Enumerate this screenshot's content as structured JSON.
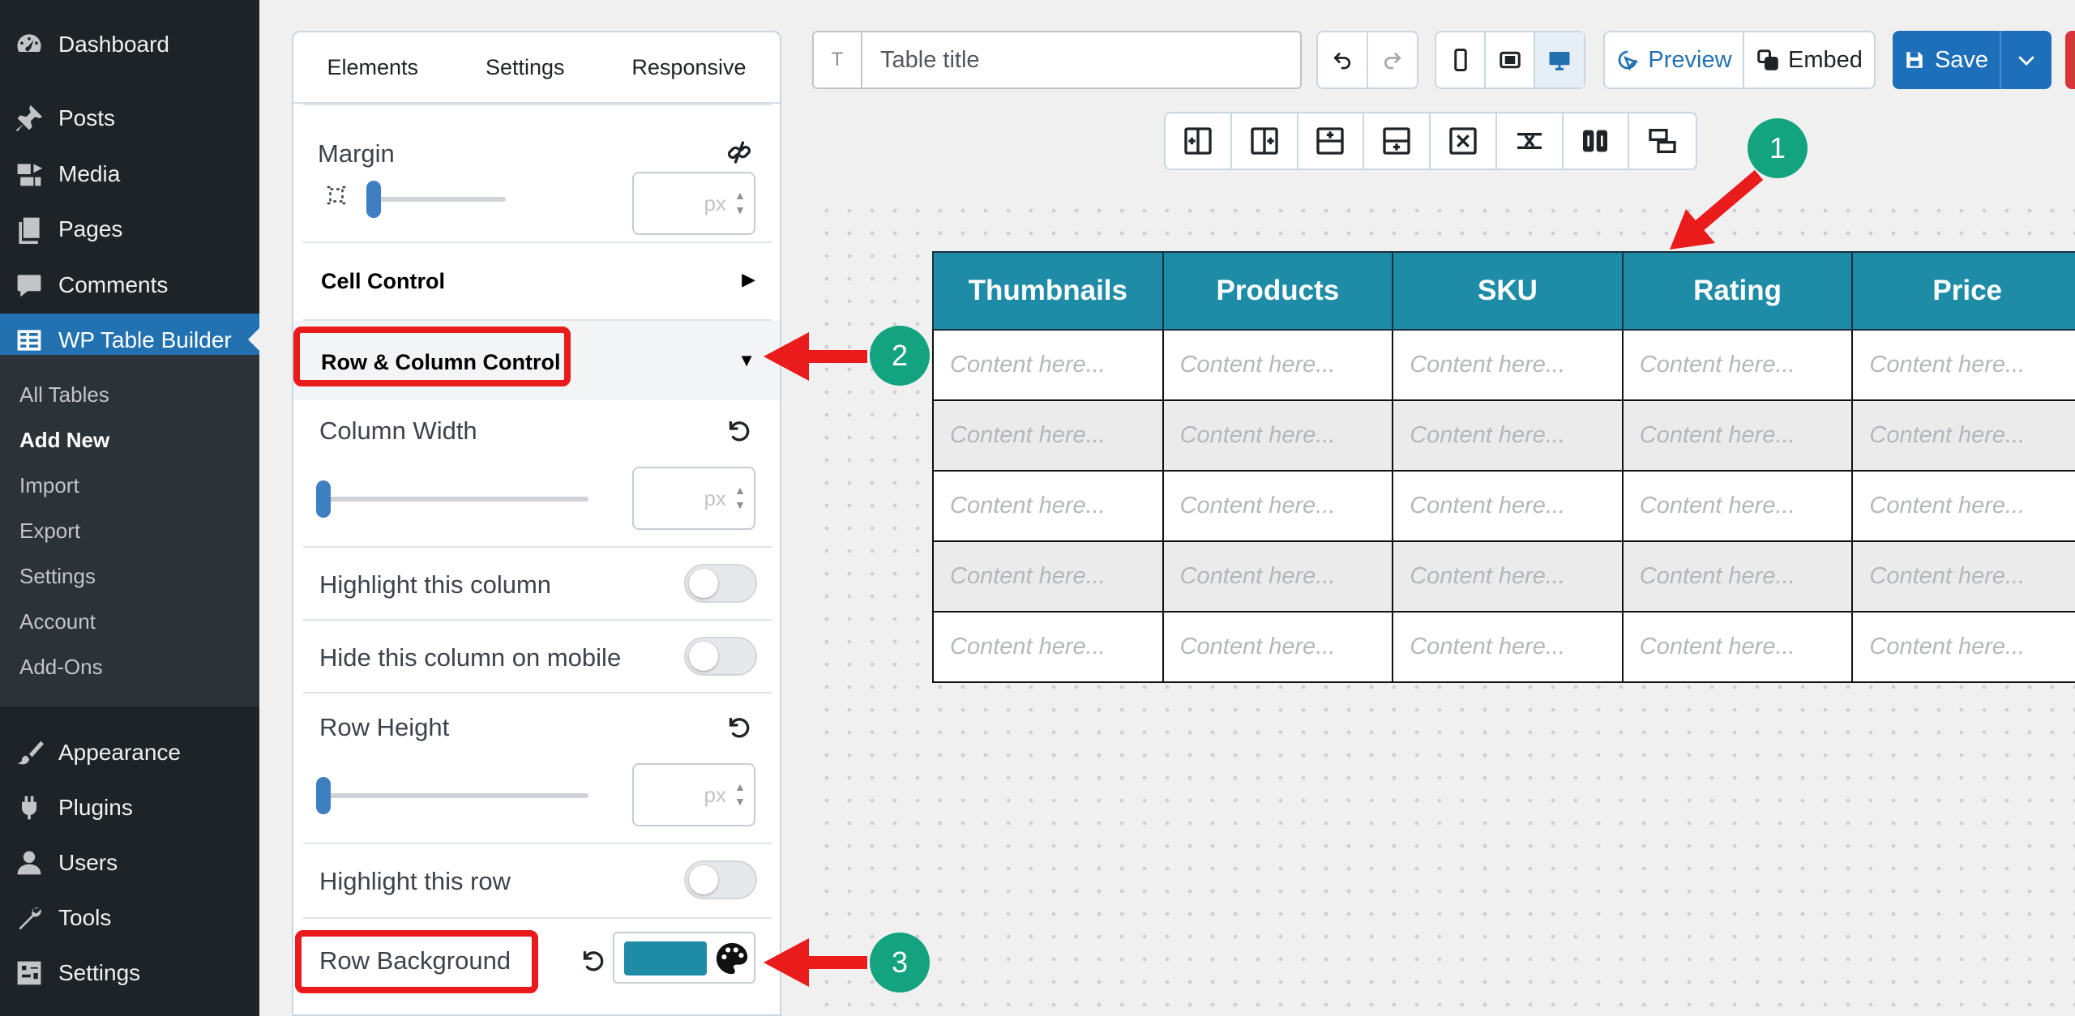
{
  "sidebar": {
    "items": [
      {
        "label": "Dashboard",
        "icon": "dashboard-icon"
      },
      {
        "label": "Posts",
        "icon": "pin-icon"
      },
      {
        "label": "Media",
        "icon": "media-icon"
      },
      {
        "label": "Pages",
        "icon": "pages-icon"
      },
      {
        "label": "Comments",
        "icon": "comments-icon"
      },
      {
        "label": "WP Table Builder",
        "icon": "table-icon",
        "active": true
      },
      {
        "label": "Appearance",
        "icon": "brush-icon"
      },
      {
        "label": "Plugins",
        "icon": "plug-icon"
      },
      {
        "label": "Users",
        "icon": "user-icon"
      },
      {
        "label": "Tools",
        "icon": "wrench-icon"
      },
      {
        "label": "Settings",
        "icon": "settings-icon"
      }
    ],
    "submenu": [
      "All Tables",
      "Add New",
      "Import",
      "Export",
      "Settings",
      "Account",
      "Add-Ons"
    ],
    "current_submenu": "Add New"
  },
  "panel": {
    "tabs": [
      "Elements",
      "Settings",
      "Responsive"
    ],
    "margin_label": "Margin",
    "margin_unit": "px",
    "cell_control": "Cell Control",
    "row_column_control": "Row & Column Control",
    "column_width_label": "Column Width",
    "column_width_unit": "px",
    "highlight_column_label": "Highlight this column",
    "hide_column_mobile_label": "Hide this column on mobile",
    "row_height_label": "Row Height",
    "row_height_unit": "px",
    "highlight_row_label": "Highlight this row",
    "row_background_label": "Row Background",
    "row_background_color": "#1e8ca7",
    "caret_collapsed": "▶",
    "caret_expanded": "▼"
  },
  "toolbar": {
    "title_prefix": "T",
    "title_placeholder": "Table title",
    "preview_label": "Preview",
    "embed_label": "Embed",
    "save_label": "Save"
  },
  "table": {
    "headers": [
      "Thumbnails",
      "Products",
      "SKU",
      "Rating",
      "Price"
    ],
    "placeholder": "Content here...",
    "row_count": 5,
    "header_color": "#1e8ca7"
  },
  "callouts": [
    "1",
    "2",
    "3"
  ],
  "colors": {
    "wp_sidebar": "#1d2327",
    "wp_accent": "#2271b1",
    "save_button": "#1e6fba",
    "callout_green": "#14a37f",
    "callout_red": "#ea1b1b"
  }
}
